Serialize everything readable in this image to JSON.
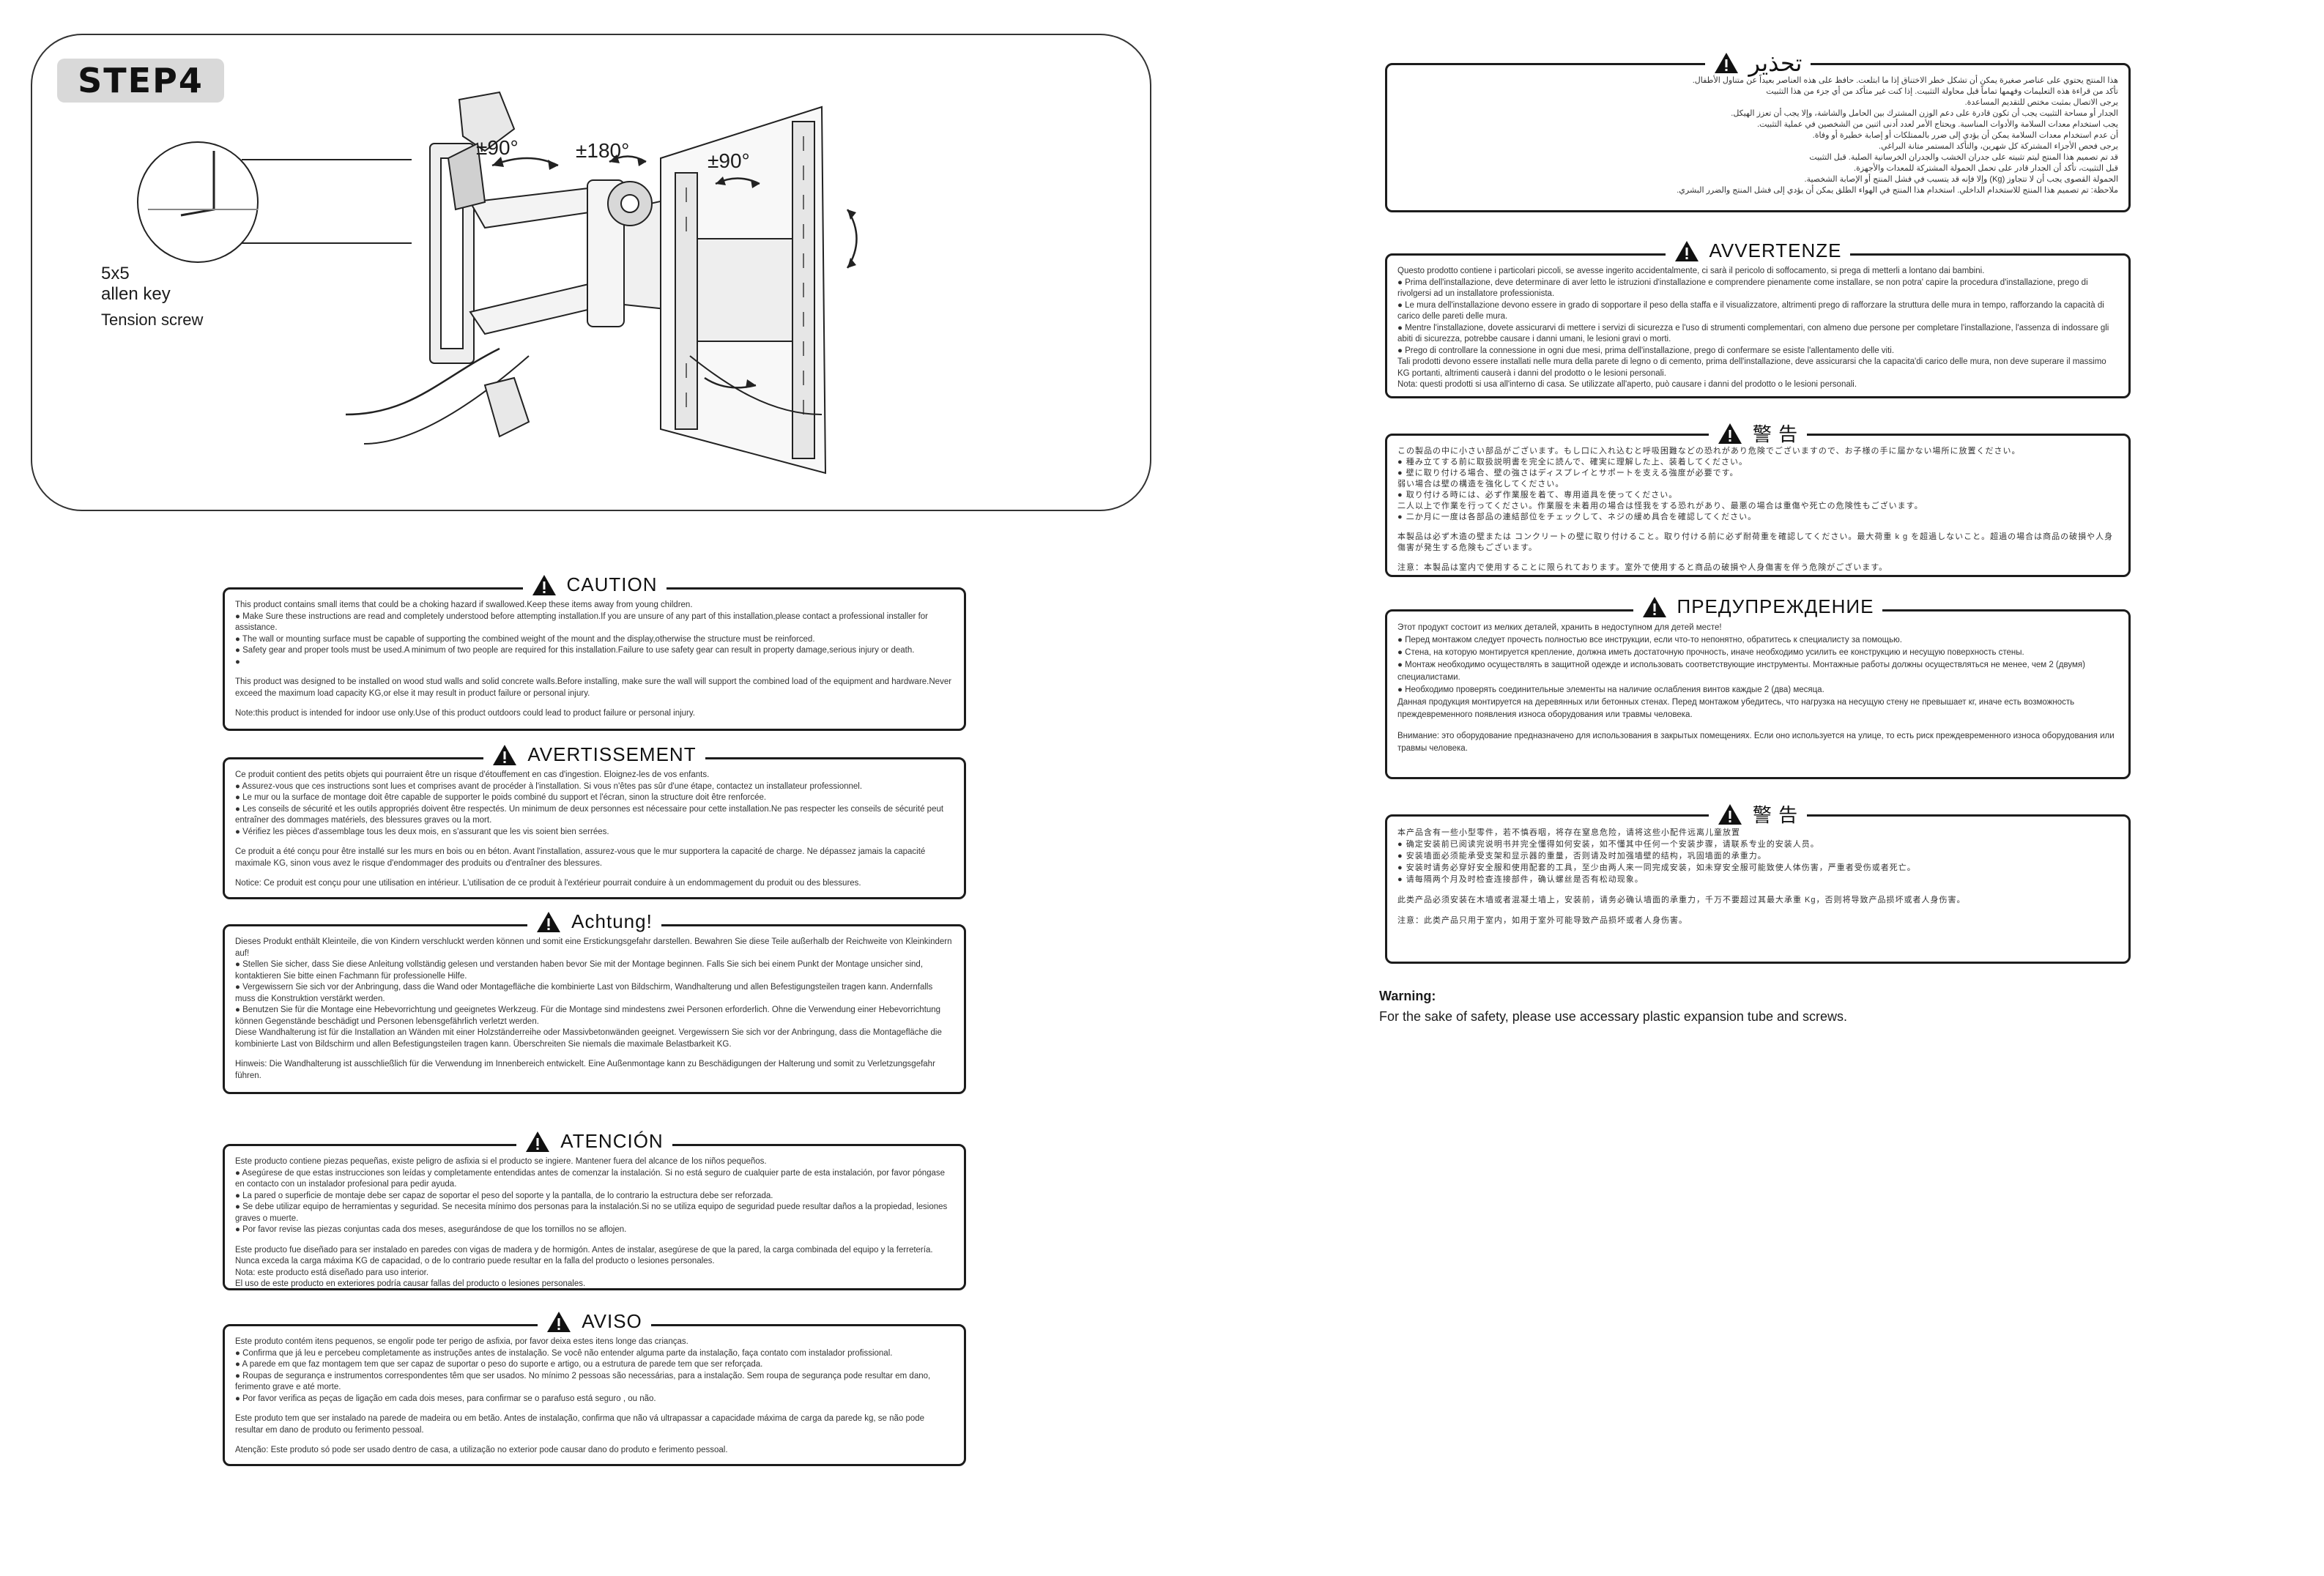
{
  "step": {
    "badge": "STEP4",
    "allen_key_size": "5x5",
    "allen_key_label": "allen key",
    "tension_label": "Tension screw",
    "rotation_left": "±90°",
    "rotation_center": "±180°",
    "rotation_right": "±90°"
  },
  "warnings": {
    "caution": {
      "title": "CAUTION",
      "lines": [
        "This product contains small items that could be a choking hazard if swallowed.Keep these items away from young children.",
        "● Make Sure these instructions are read and completely understood before attempting installation.If you are unsure of any part of this installation,please contact a professional installer for assistance.",
        "● The wall or mounting surface must be capable of supporting the combined weight of the mount and the display,otherwise the structure must be reinforced.",
        "● Safety gear and proper tools must be used.A minimum of two people are required for this installation.Failure to use safety gear can result in property damage,serious injury or death.",
        "●",
        "",
        "This product was designed to be installed on wood stud walls and solid concrete walls.Before installing, make sure the wall will support the combined load of the equipment and hardware.Never exceed the maximum load capacity      KG,or else it may result in product failure or personal injury.",
        "",
        "Note:this product is intended for indoor use only.Use of this product outdoors could lead to product failure or personal injury."
      ]
    },
    "avertissement": {
      "title": "AVERTISSEMENT",
      "lines": [
        "Ce produit contient des petits objets qui pourraient être un risque d'étouffement en cas d'ingestion. Eloignez-les de vos enfants.",
        "● Assurez-vous que ces instructions sont lues et comprises avant de procéder à l'installation. Si vous n'êtes pas sûr d'une étape, contactez un installateur professionnel.",
        "● Le mur ou la surface de montage doit être capable de supporter le poids combiné du support et l'écran, sinon la structure doit être renforcée.",
        "● Les conseils de sécurité et les outils appropriés doivent être respectés. Un minimum de deux personnes est nécessaire pour cette installation.Ne pas respecter les conseils de sécurité peut entraîner des dommages matériels, des blessures graves ou la mort.",
        "● Vérifiez les pièces d'assemblage tous les deux mois, en s'assurant que les vis soient bien serrées.",
        "",
        "Ce produit a été conçu pour être installé sur les murs en bois ou en béton. Avant l'installation, assurez-vous que le mur supportera la capacité de charge. Ne dépassez jamais la capacité maximale     KG, sinon vous avez le risque d'endommager des produits ou d'entraîner des blessures.",
        "",
        "Notice: Ce produit est conçu pour une utilisation en intérieur. L'utilisation de ce produit à l'extérieur pourrait conduire à un endommagement du produit ou des blessures."
      ]
    },
    "achtung": {
      "title": "Achtung!",
      "lines": [
        "Dieses Produkt enthält Kleinteile, die von Kindern verschluckt werden können und somit eine Erstickungsgefahr darstellen. Bewahren Sie diese Teile außerhalb der Reichweite von Kleinkindern auf!",
        "● Stellen Sie sicher, dass Sie diese Anleitung vollständig gelesen und verstanden haben bevor Sie mit der Montage beginnen. Falls Sie sich bei einem Punkt der Montage unsicher sind, kontaktieren Sie bitte einen Fachmann für professionelle Hilfe.",
        "● Vergewissern Sie sich vor der Anbringung, dass die Wand oder Montagefläche die kombinierte Last von Bildschirm, Wandhalterung und allen Befestigungsteilen tragen kann. Andernfalls muss die Konstruktion verstärkt werden.",
        "● Benutzen Sie für die Montage eine Hebevorrichtung und geeignetes Werkzeug. Für die Montage sind mindestens zwei Personen erforderlich. Ohne die Verwendung einer Hebevorrichtung können Gegenstände beschädigt und Personen lebensgefährlich verletzt werden.",
        "Diese Wandhalterung ist für die Installation an Wänden mit einer Holzständerreihe oder Massivbetonwänden geeignet. Vergewissern Sie sich vor der Anbringung, dass die Montagefläche die kombinierte Last von Bildschirm und allen Befestigungsteilen tragen kann. Überschreiten Sie niemals die maximale Belastbarkeit      KG.",
        "",
        "Hinweis: Die Wandhalterung ist ausschließlich für die Verwendung im Innenbereich entwickelt. Eine Außenmontage kann zu Beschädigungen der Halterung und somit zu Verletzungsgefahr führen."
      ]
    },
    "atencion": {
      "title": "ATENCIÓN",
      "lines": [
        "Este producto contiene piezas pequeñas, existe peligro de asfixia si el producto se ingiere. Mantener fuera del alcance de los niños pequeños.",
        "● Asegúrese de que estas instrucciones son leídas y completamente entendidas antes de comenzar la instalación. Si no está seguro de cualquier parte de esta instalación, por favor póngase en contacto con un instalador profesional para pedir ayuda.",
        "● La pared o superficie de montaje debe ser capaz de soportar el peso del soporte y la pantalla, de lo contrario la estructura debe ser reforzada.",
        "● Se debe utilizar equipo de herramientas y seguridad. Se necesita mínimo dos personas para la instalación.Si no se utiliza equipo de seguridad puede resultar daños a la propiedad, lesiones graves o muerte.",
        "● Por favor revise las piezas conjuntas cada dos meses, asegurándose de que los tornillos no se aflojen.",
        "",
        "Este producto fue diseñado para ser instalado en paredes con vigas de madera y de hormigón. Antes de instalar, asegúrese de que la pared, la carga combinada del equipo y la ferretería. Nunca exceda la carga máxima      KG de capacidad, o de lo contrario puede resultar en la falla del producto o lesiones personales.",
        "Nota: este producto está diseñado para uso interior.",
        "El uso de este producto en exteriores podría causar fallas del producto o lesiones personales."
      ]
    },
    "aviso": {
      "title": "AVISO",
      "lines": [
        "Este produto contém itens pequenos, se engolir pode ter perigo de asfixia, por favor deixa estes itens longe das crianças.",
        "● Confirma que já leu e percebeu completamente as instruções antes de instalação. Se você não entender alguma parte da instalação, faça contato com instalador profissional.",
        "● A parede em que faz montagem tem que ser capaz de suportar o peso do suporte e artigo, ou a estrutura de parede tem que ser reforçada.",
        "● Roupas de segurança e instrumentos correspondentes têm que ser usados. No mínimo 2 pessoas são necessárias, para a instalação. Sem roupa de segurança pode resultar em dano, ferimento grave e até morte.",
        "● Por favor verifica as peças de ligação em cada dois meses, para confirmar se o parafuso está seguro , ou não.",
        "",
        "Este produto tem que ser instalado na parede de madeira ou em betão. Antes de instalação, confirma que não vá ultrapassar a capacidade máxima de carga da parede      kg, se não pode resultar em dano de produto ou ferimento pessoal.",
        "",
        "Atenção: Este produto só pode ser usado dentro de casa, a utilização no exterior pode causar dano do produto e ferimento pessoal."
      ]
    },
    "arabic": {
      "title": "تحذير",
      "lines": [
        "هذا المنتج يحتوي على عناصر صغيرة يمكن أن تشكل خطر الاختناق إذا ما ابتلعت. حافظ على هذه العناصر بعيداً عن متناول الأطفال.",
        "تأكد من قراءة هذه التعليمات وفهمها تماماً قبل محاولة التثبيت. إذا كنت غير متأكد من أي جزء من هذا التثبيت",
        "يرجى الاتصال بمثبت مختص للتقديم المساعدة.",
        "الجدار أو مساحة التثبيت يجب أن تكون قادرة على دعم الوزن المشترك بين الحامل والشاشة، وإلا يجب أن تعزز الهيكل.",
        "يجب استخدام معدات السلامة والأدوات المناسبة. ويحتاج الأمر لعدد أدنى اثنين من الشخصين في عملية التثبيت.",
        "أن عدم استخدام معدات السلامة يمكن أن يؤدي إلى ضرر بالممتلكات أو إصابة خطيرة أو وفاة.",
        "يرجى فحص الأجزاء المشتركة كل شهرين، والتأكد المستمر متانة البراغي.",
        "قد تم تصميم هذا المنتج ليتم تثبيته على جدران الخشب والجدران الخرسانية الصلبة. قبل التثبيت",
        "قبل التثبيت، تأكد أن الجدار قادر على تحمل الحمولة المشتركة للمعدات والأجهزة.",
        "الحمولة القصوى يجب أن لا تتجاوز  (Kg)  وإلا فإنه قد يتسبب في فشل المنتج أو الإصابة الشخصية.",
        "ملاحظة: تم تصميم هذا المنتج للاستخدام الداخلي. استخدام هذا المنتج في الهواء الطلق يمكن أن يؤدي إلى فشل المنتج والضرر البشري."
      ]
    },
    "avvertenze": {
      "title": "AVVERTENZE",
      "lines": [
        "Questo prodotto contiene i particolari piccoli, se avesse ingerito accidentalmente, ci sarà il pericolo di soffocamento, si prega di metterli a lontano dai bambini.",
        "● Prima dell'installazione, deve determinare di aver letto le istruzioni d'installazione e comprendere pienamente come installare, se non potra' capire la procedura d'installazione, prego di rivolgersi ad un installatore professionista.",
        "● Le mura dell'installazione devono essere in grado di sopportare il peso della staffa e il visualizzatore, altrimenti prego di rafforzare la struttura delle mura in tempo, rafforzando la capacità di carico delle pareti delle mura.",
        "● Mentre l'installazione, dovete assicurarvi di mettere i servizi di sicurezza e l'uso di strumenti complementari, con almeno due persone per completare l'installazione, l'assenza di indossare gli abiti di sicurezza, potrebbe causare i danni umani, le lesioni gravi o morti.",
        "● Prego di controllare la connessione in ogni due mesi, prima dell'installazione, prego di confermare se esiste l'allentamento delle viti.",
        "Tali prodotti devono essere installati nelle mura della parete di legno o di cemento, prima dell'installazione, deve assicurarsi che la capacita'di carico delle mura, non deve superare il massimo      KG portanti, altrimenti causerà i danni del prodotto o le lesioni personali.",
        "Nota: questi prodotti si usa all'interno di casa. Se utilizzate all'aperto, può causare i danni del prodotto o le lesioni personali."
      ]
    },
    "japanese": {
      "title": "警 告",
      "lines": [
        "この製品の中に小さい部品がございます。もし口に入れ込むと呼吸困難などの恐れがあり危険でございますので、お子様の手に届かない場所に放置ください。",
        "● 種み立てする前に取扱説明書を完全に読んで、確実に理解した上、装着してください。",
        "● 壁に取り付ける場合、壁の強さはディスプレイとサポートを支える強度が必要です。",
        "弱い場合は壁の構造を強化してください。",
        "● 取り付ける時には、必ず作業服を着て、専用道具を使ってください。",
        "二人以上で作業を行ってください。作業服を未着用の場合は怪我をする恐れがあり、最悪の場合は重傷や死亡の危険性もございます。",
        "● 二か月に一度は各部品の連結部位をチェックして、ネジの緩め具合を確認してください。",
        "",
        "本製品は必ず木造の壁または コンクリートの壁に取り付けること。取り付ける前に必ず耐荷重を確認してください。最大荷重     k g を超過しないこと。超過の場合は商品の破損や人身傷害が発生する危険もございます。",
        "",
        "注意：本製品は室内で使用することに限られております。室外で使用すると商品の破損や人身傷害を伴う危険がございます。"
      ]
    },
    "russian": {
      "title": "ПРЕДУПРЕЖДЕНИЕ",
      "lines": [
        "Этот продукт состоит из мелких деталей, хранить в недоступном для детей месте!",
        "● Перед монтажом следует прочесть полностью все инструкции, если что-то непонятно, обратитесь к специалисту за помощью.",
        "● Стена, на которую монтируется крепление, должна иметь достаточную прочность, иначе необходимо усилить ее конструкцию и несущую поверхность стены.",
        "● Монтаж необходимо осуществлять в защитной одежде и использовать соответствующие инструменты. Монтажные работы должны осуществляться не менее, чем 2 (двумя) специалистами.",
        "● Необходимо проверять соединительные элементы на наличие ослабления винтов каждые 2 (два) месяца.",
        "Данная продукция монтируется на деревянных или бетонных стенах. Перед монтажом убедитесь, что нагрузка на несущую стену не превышает      кг, иначе есть возможность преждевременного появления износа  оборудования или травмы человека.",
        "",
        "Внимание: это оборудование предназначено для использования в закрытых помещениях. Если оно используется на улице, то есть риск преждевременного износа оборудования или травмы человека."
      ]
    },
    "chinese": {
      "title": "警 告",
      "lines": [
        "本产品含有一些小型零件，若不慎吞咽，将存在窒息危险，请将这些小配件远离儿童放置",
        "● 确定安装前已阅读完说明书并完全懂得如何安装，如不懂其中任何一个安装步骤，请联系专业的安装人员。",
        "● 安装墙面必须能承受支架和显示器的重量，否则请及时加强墙壁的结构，巩固墙面的承重力。",
        "● 安装时请务必穿好安全服和使用配套的工具，至少由两人来一同完成安装，如未穿安全服可能致使人体伤害，严重者受伤或者死亡。",
        "● 请每隔两个月及时检查连接部件，确认螺丝是否有松动现象。",
        "",
        "此类产品必须安装在木墙或者混凝土墙上，安装前，请务必确认墙面的承重力，千万不要超过其最大承重     Kg，否则将导致产品损坏或者人身伤害。",
        "",
        "注意：此类产品只用于室内，如用于室外可能导致产品损坏或者人身伤害。"
      ]
    }
  },
  "footer_warning": {
    "title": "Warning:",
    "text": "For the sake of safety, please use accessary plastic expansion tube and screws."
  }
}
